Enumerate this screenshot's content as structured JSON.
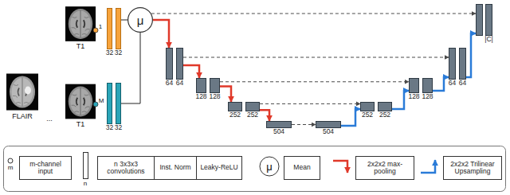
{
  "diagram": {
    "nodes": [
      {
        "text": [
          "32"
        ]
      },
      {
        "text": [
          "32"
        ]
      },
      {
        "text": [
          "32"
        ]
      },
      {
        "text": [
          "32"
        ]
      },
      {
        "text": [
          "μ"
        ]
      },
      {
        "text": [
          "64"
        ]
      },
      {
        "text": [
          "64"
        ]
      },
      {
        "text": [
          "128"
        ]
      },
      {
        "text": [
          "128"
        ]
      },
      {
        "text": [
          "252"
        ]
      },
      {
        "text": [
          "252"
        ]
      },
      {
        "text": [
          "504"
        ]
      },
      {
        "text": [
          "504"
        ]
      },
      {
        "text": [
          "252"
        ]
      },
      {
        "text": [
          "252"
        ]
      },
      {
        "text": [
          "128"
        ]
      },
      {
        "text": [
          "128"
        ]
      },
      {
        "text": [
          "64"
        ]
      },
      {
        "text": [
          "64"
        ]
      },
      {
        "text": [
          "|C|"
        ]
      }
    ],
    "edges": [
      {
        "from": 1,
        "to": 4,
        "arrow": "none"
      },
      {
        "from": 3,
        "to": 4,
        "arrow": "none"
      },
      {
        "from": 4,
        "to": 5,
        "arrow": "to"
      },
      {
        "from": 6,
        "to": 7,
        "arrow": "to"
      },
      {
        "from": 8,
        "to": 9,
        "arrow": "to"
      },
      {
        "from": 10,
        "to": 11,
        "arrow": "to"
      },
      {
        "from": 12,
        "to": 13,
        "arrow": "to"
      },
      {
        "from": 14,
        "to": 15,
        "arrow": "to"
      },
      {
        "from": 16,
        "to": 17,
        "arrow": "to"
      },
      {
        "from": 18,
        "to": 19,
        "arrow": "to"
      },
      {
        "from": 4,
        "to": 19,
        "arrow": "to"
      },
      {
        "from": 6,
        "to": 17,
        "arrow": "to"
      },
      {
        "from": 8,
        "to": 15,
        "arrow": "to"
      },
      {
        "from": 10,
        "to": 13,
        "arrow": "to"
      },
      {
        "from": 11,
        "to": 12,
        "arrow": "to"
      }
    ],
    "labels": [
      "T1",
      "1",
      "FLAIR",
      "...",
      "T1",
      "M",
      "m",
      "n",
      "μ"
    ],
    "legend": [
      {
        "text": "m-channel input"
      },
      {
        "text": "n 3x3x3 convolutions"
      },
      {
        "text": "Inst. Norm"
      },
      {
        "text": "Leaky-ReLU"
      },
      {
        "text": "Mean"
      },
      {
        "text": "2x2x2 max-pooling"
      },
      {
        "text": "2x2x2 Trilinear Upsampling"
      }
    ]
  }
}
